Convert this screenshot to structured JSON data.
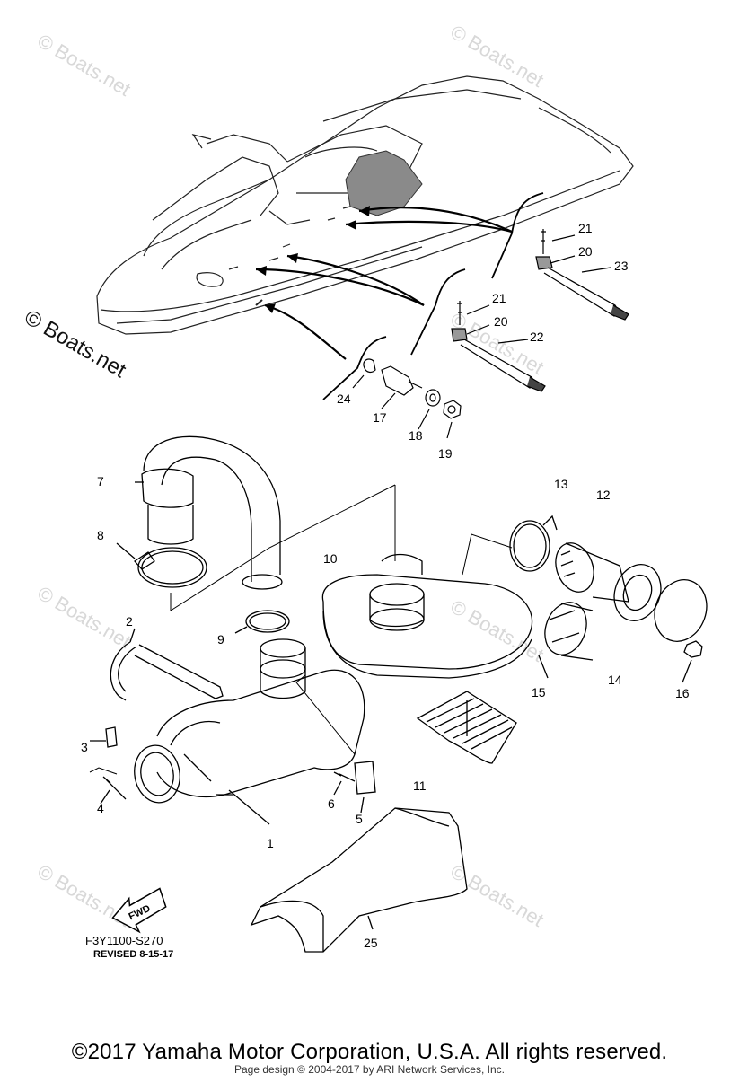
{
  "watermark": {
    "tile_text": "© Boats.net",
    "side_text": "© Boats.net"
  },
  "diagram": {
    "drawing_code": "F3Y1100-S270",
    "revision": "REVISED 8-15-17",
    "fwd_label": "FWD",
    "callouts": [
      "1",
      "2",
      "3",
      "4",
      "5",
      "6",
      "7",
      "8",
      "9",
      "10",
      "11",
      "12",
      "13",
      "14",
      "15",
      "16",
      "17",
      "18",
      "19",
      "20",
      "21",
      "22",
      "23",
      "24",
      "25"
    ],
    "callouts_repeat": [
      "20",
      "21"
    ]
  },
  "footer": {
    "copyright": "©2017 Yamaha Motor Corporation, U.S.A. All rights reserved.",
    "page_design": "Page design © 2004-2017 by ARI Network Services, Inc."
  },
  "colors": {
    "line": "#000000",
    "shade": "#8a8a8a",
    "watermark": "#d8d8d8"
  }
}
